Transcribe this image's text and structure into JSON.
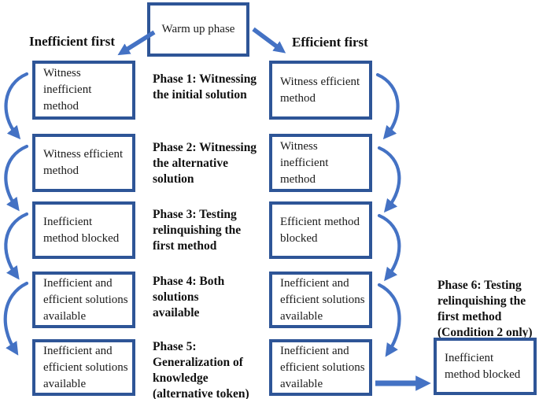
{
  "headers": {
    "left": "Inefficient first",
    "right": "Efficient first"
  },
  "warm_up": {
    "label": "Warm up phase"
  },
  "columns": {
    "left": {
      "boxes": [
        "Witness inefficient\nmethod",
        "Witness efficient\nmethod",
        "Inefficient\nmethod blocked",
        "Inefficient and\nefficient solutions\navailable",
        "Inefficient and\nefficient solutions\navailable"
      ]
    },
    "right": {
      "boxes": [
        "Witness efficient\nmethod",
        "Witness inefficient\nmethod",
        "Efficient method\nblocked",
        "Inefficient and\nefficient solutions\navailable",
        "Inefficient and\nefficient solutions\navailable"
      ]
    }
  },
  "phases": [
    "Phase 1: Witnessing\nthe initial solution",
    "Phase 2: Witnessing\nthe alternative\nsolution",
    "Phase 3: Testing\nrelinquishing the\nfirst method",
    "Phase 4: Both\nsolutions\navailable",
    "Phase 5:\nGeneralization of\nknowledge\n(alternative token)"
  ],
  "phase6": {
    "label": "Phase 6: Testing\nrelinquishing the\nfirst method\n(Condition 2 only)",
    "box": "Inefficient\nmethod blocked"
  },
  "colors": {
    "box_border": "#2e5597",
    "arrow": "#4472c4",
    "text": "#161616",
    "background": "#ffffff"
  }
}
